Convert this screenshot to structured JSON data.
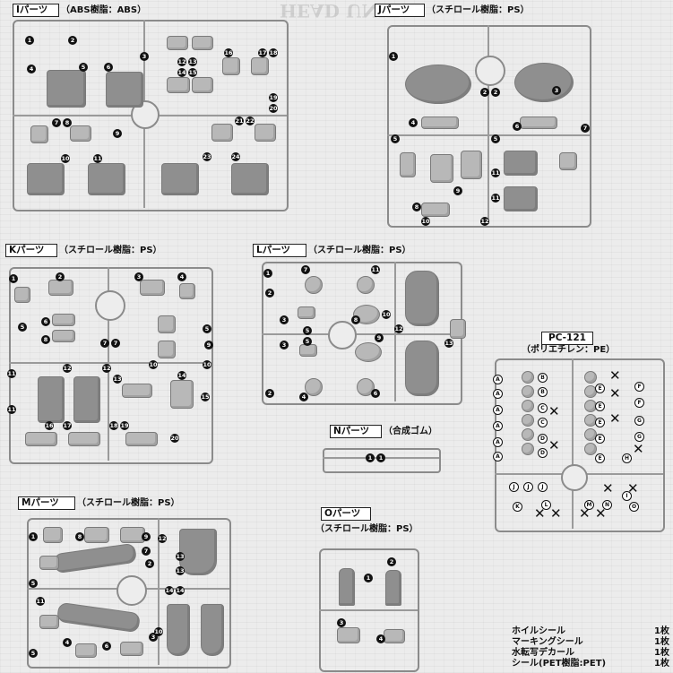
{
  "sprues": {
    "I": {
      "label": "Iパーツ",
      "material": "（ABS樹脂：ABS）"
    },
    "J": {
      "label": "Jパーツ",
      "material": "（スチロール樹脂：PS）"
    },
    "K": {
      "label": "Kパーツ",
      "material": "（スチロール樹脂：PS）"
    },
    "L": {
      "label": "Lパーツ",
      "material": "（スチロール樹脂：PS）"
    },
    "N": {
      "label": "Nパーツ",
      "material": "（合成ゴム）"
    },
    "O": {
      "label": "Oパーツ",
      "material": "（スチロール樹脂：PS）"
    },
    "M": {
      "label": "Mパーツ",
      "material": "（スチロール樹脂：PS）"
    },
    "PC": {
      "label": "PC-121",
      "material": "（ポリエチレン：PE）"
    }
  },
  "part_numbers": {
    "n1": "1",
    "n2": "2",
    "n3": "3",
    "n4": "4",
    "n5": "5",
    "n6": "6",
    "n7": "7",
    "n8": "8",
    "n9": "9",
    "n10": "10",
    "n11": "11",
    "n12": "12",
    "n13": "13",
    "n14": "14",
    "n15": "15",
    "n16": "16",
    "n17": "17",
    "n18": "18",
    "n19": "19",
    "n20": "20",
    "n21": "21",
    "n22": "22",
    "n23": "23",
    "n24": "24"
  },
  "pc_letters": {
    "A": "A",
    "B": "B",
    "C": "C",
    "D": "D",
    "E": "E",
    "F": "F",
    "G": "G",
    "H": "H",
    "I": "I",
    "J": "J",
    "K": "K",
    "L": "L",
    "M": "M",
    "N": "N",
    "O": "O"
  },
  "mark_x": "✕",
  "legend": [
    {
      "name": "ホイルシール",
      "qty": "1枚"
    },
    {
      "name": "マーキングシール",
      "qty": "1枚"
    },
    {
      "name": "水転写デカール",
      "qty": "1枚"
    },
    {
      "name": "シール(PET樹脂:PET)",
      "qty": "1枚"
    }
  ],
  "background": {
    "watermark": "HEAD UNIT"
  }
}
